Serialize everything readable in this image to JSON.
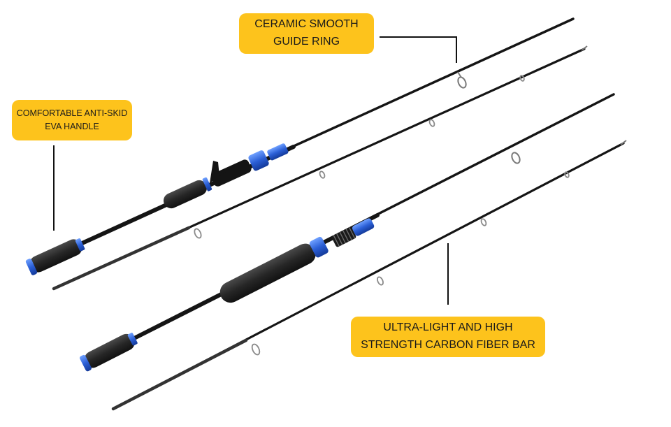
{
  "callouts": {
    "guide_ring": {
      "line1": "CERAMIC SMOOTH",
      "line2": "GUIDE RING"
    },
    "handle": {
      "line1": "COMFORTABLE ANTI-SKID",
      "line2": "EVA HANDLE"
    },
    "carbon_bar": {
      "line1": "ULTRA-LIGHT AND HIGH",
      "line2": "STRENGTH CARBON FIBER BAR"
    }
  },
  "colors": {
    "callout_bg": "#fdc31c",
    "rod_blank": "#151515",
    "accent_blue": "#2b5fd6",
    "grip": "#2a2a2a",
    "leader_line": "#111111"
  },
  "icons": [
    "casting-rod-icon",
    "spinning-rod-icon",
    "rod-tip-section-icon",
    "guide-ring-icon"
  ]
}
